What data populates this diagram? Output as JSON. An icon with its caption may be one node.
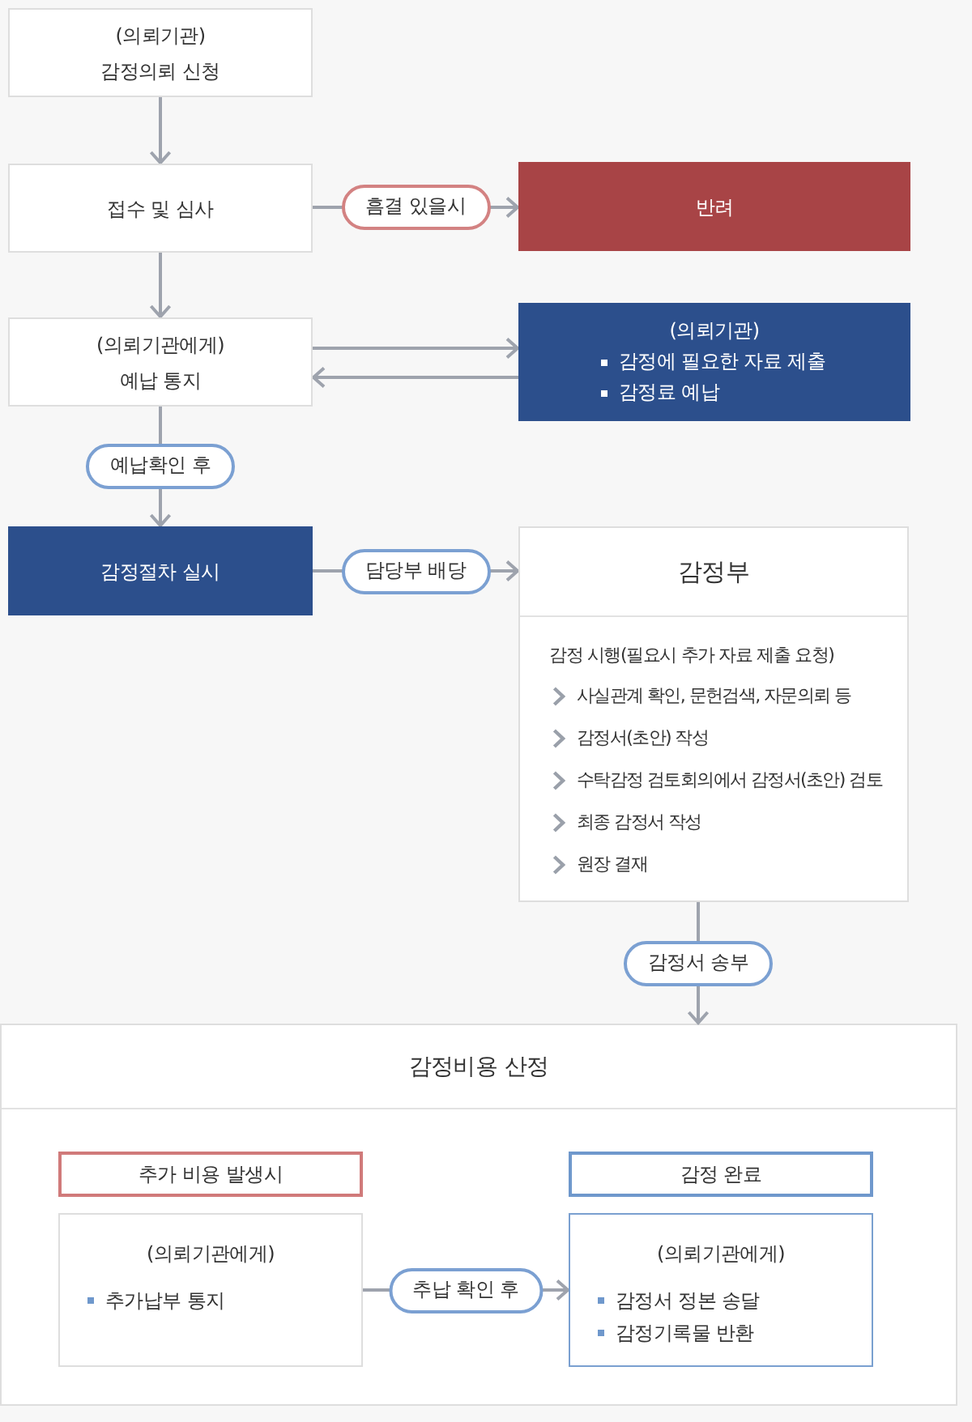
{
  "diagram": {
    "nodes": [
      {
        "text": [
          "(의뢰기관)",
          "감정의뢰 신청"
        ]
      },
      {
        "text": [
          "접수 및 심사"
        ]
      },
      {
        "text": [
          "반려"
        ]
      },
      {
        "text": [
          "(의뢰기관에게)",
          "예납 통지"
        ]
      },
      {
        "text": [
          "(의뢰기관)",
          "감정에 필요한 자료 제출",
          "감정료 예납"
        ]
      },
      {
        "text": [
          "감정절차 실시"
        ]
      },
      {
        "text": [
          "감정부",
          "감정 시행(필요시 추가 자료 제출 요청)",
          "사실관계 확인, 문헌검색, 자문의뢰 등",
          "감정서(초안) 작성",
          "수탁감정 검토회의에서 감정서(초안) 검토",
          "최종 감정서 작성",
          "원장 결재"
        ]
      },
      {
        "text": [
          "감정비용 산정"
        ]
      },
      {
        "text": [
          "추가 비용 발생시"
        ],
        "in": 7
      },
      {
        "text": [
          "(의뢰기관에게)",
          "추가납부 통지"
        ],
        "in": 7
      },
      {
        "text": [
          "감정 완료"
        ],
        "in": 7
      },
      {
        "text": [
          "(의뢰기관에게)",
          "감정서 정본 송달",
          "감정기록물 반환"
        ],
        "in": 7
      }
    ],
    "edges": [
      {
        "from": 0,
        "to": 1,
        "arrow": "to"
      },
      {
        "from": 1,
        "to": 2,
        "arrow": "to",
        "label": "흠결 있을시"
      },
      {
        "from": 1,
        "to": 3,
        "arrow": "to"
      },
      {
        "from": 3,
        "to": 4,
        "arrow": "to"
      },
      {
        "from": 4,
        "to": 3,
        "arrow": "to"
      },
      {
        "from": 3,
        "to": 5,
        "arrow": "to",
        "label": "예납확인 후"
      },
      {
        "from": 5,
        "to": 6,
        "arrow": "to",
        "label": "담당부 배당"
      },
      {
        "from": 6,
        "to": 7,
        "arrow": "to",
        "label": "감정서 송부"
      },
      {
        "from": 9,
        "to": 11,
        "arrow": "to",
        "label": "추납 확인 후"
      }
    ]
  }
}
